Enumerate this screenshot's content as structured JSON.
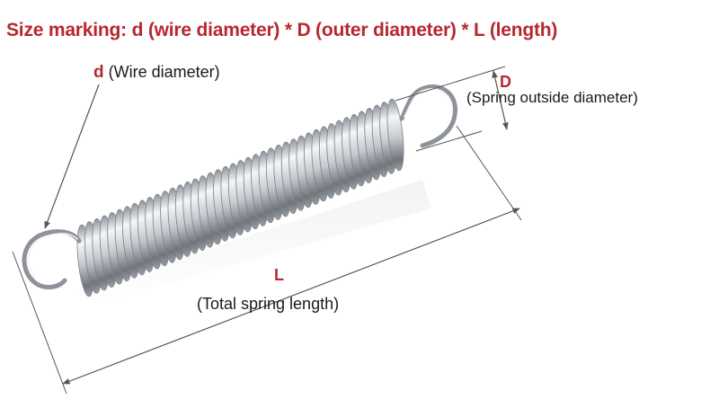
{
  "title": "Size marking: d (wire diameter) * D (outer diameter) * L (length)",
  "labels": {
    "d_symbol": "d",
    "d_description": "(Wire diameter)",
    "D_symbol": "D",
    "D_description": "(Spring outside diameter)",
    "L_symbol": "L",
    "L_description": "(Total spring length)"
  },
  "colors": {
    "title": "#b7282e",
    "symbol": "#b7282e",
    "text": "#1a1a1a",
    "dimension_line": "#555555",
    "spring_light": "#f4f6f8",
    "spring_dark": "#8d9399"
  }
}
